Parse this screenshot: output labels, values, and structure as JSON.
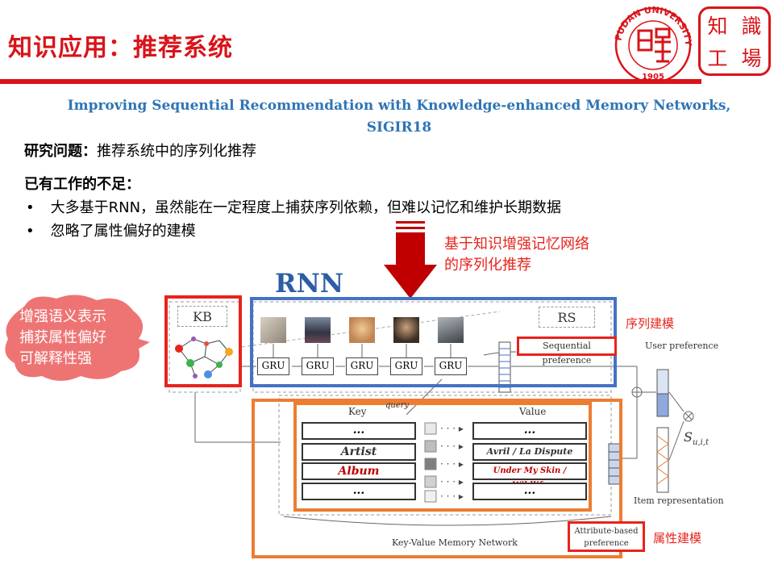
{
  "header": {
    "title": "知识应用：推荐系统",
    "logo_text": "FUDAN UNIVERSITY",
    "logo_year": "1905",
    "lab_logo": [
      "知",
      "識",
      "工",
      "場"
    ]
  },
  "paper": {
    "line1": "Improving Sequential Recommendation with Knowledge-enhanced Memory Networks,",
    "line2": "SIGIR18"
  },
  "body": {
    "question_label": "研究问题：",
    "question_text": "推荐系统中的序列化推荐",
    "shortcoming_heading": "已有工作的不足：",
    "bullets": [
      "大多基于RNN，虽然能在一定程度上捕获序列依赖，但难以记忆和维护长期数据",
      "忽略了属性偏好的建模"
    ]
  },
  "annotations": {
    "arrow_label_line1": "基于知识增强记忆网络",
    "arrow_label_line2": "的序列化推荐",
    "rnn": "RNN",
    "sequence_modeling": "序列建模",
    "attribute_modeling": "属性建模",
    "bubble_lines": [
      "增强语义表示",
      "捕获属性偏好",
      "可解释性强"
    ]
  },
  "diagram": {
    "kb": "KB",
    "rs": "RS",
    "gru": [
      "GRU",
      "GRU",
      "GRU",
      "GRU",
      "GRU"
    ],
    "sequential_preference": "Sequential preference",
    "user_preference": "User preference",
    "query": "query",
    "key_header": "Key",
    "value_header": "Value",
    "keys": [
      "...",
      "Artist",
      "Album",
      "..."
    ],
    "values": [
      "...",
      "Avril / La Dispute",
      "Under My Skin / Wildlife",
      "..."
    ],
    "score": "S",
    "score_sub": "u,i,t",
    "item_representation": "Item representation",
    "attribute_preference_line1": "Attribute-based",
    "attribute_preference_line2": "preference",
    "kv_network": "Key-Value Memory Network"
  },
  "colors": {
    "brand_red": "#d8141a",
    "paper_blue": "#2e75b6",
    "rnn_blue": "#4472c4",
    "kv_orange": "#ed7d31",
    "highlight_red": "#e8231c"
  }
}
